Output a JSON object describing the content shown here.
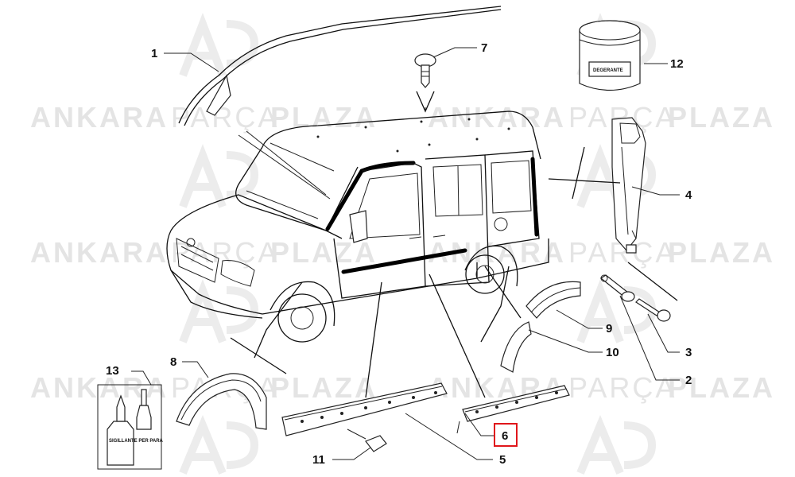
{
  "watermark": {
    "word1": "ANKARA",
    "word2": "PARÇA",
    "word3": "PLAZA"
  },
  "labels": {
    "jar": "DEGERANTE",
    "bottle": "SIGILLANTE PER PARA"
  },
  "callouts": [
    {
      "id": "1",
      "text": "1"
    },
    {
      "id": "2",
      "text": "2"
    },
    {
      "id": "3",
      "text": "3"
    },
    {
      "id": "4",
      "text": "4"
    },
    {
      "id": "5",
      "text": "5"
    },
    {
      "id": "6",
      "text": "6",
      "highlighted": true
    },
    {
      "id": "7",
      "text": "7"
    },
    {
      "id": "8",
      "text": "8"
    },
    {
      "id": "9",
      "text": "9"
    },
    {
      "id": "10",
      "text": "10"
    },
    {
      "id": "11",
      "text": "11"
    },
    {
      "id": "12",
      "text": "12"
    },
    {
      "id": "13",
      "text": "13"
    }
  ],
  "colors": {
    "highlight": "#e0161b",
    "watermark": "#e4e4e4"
  }
}
